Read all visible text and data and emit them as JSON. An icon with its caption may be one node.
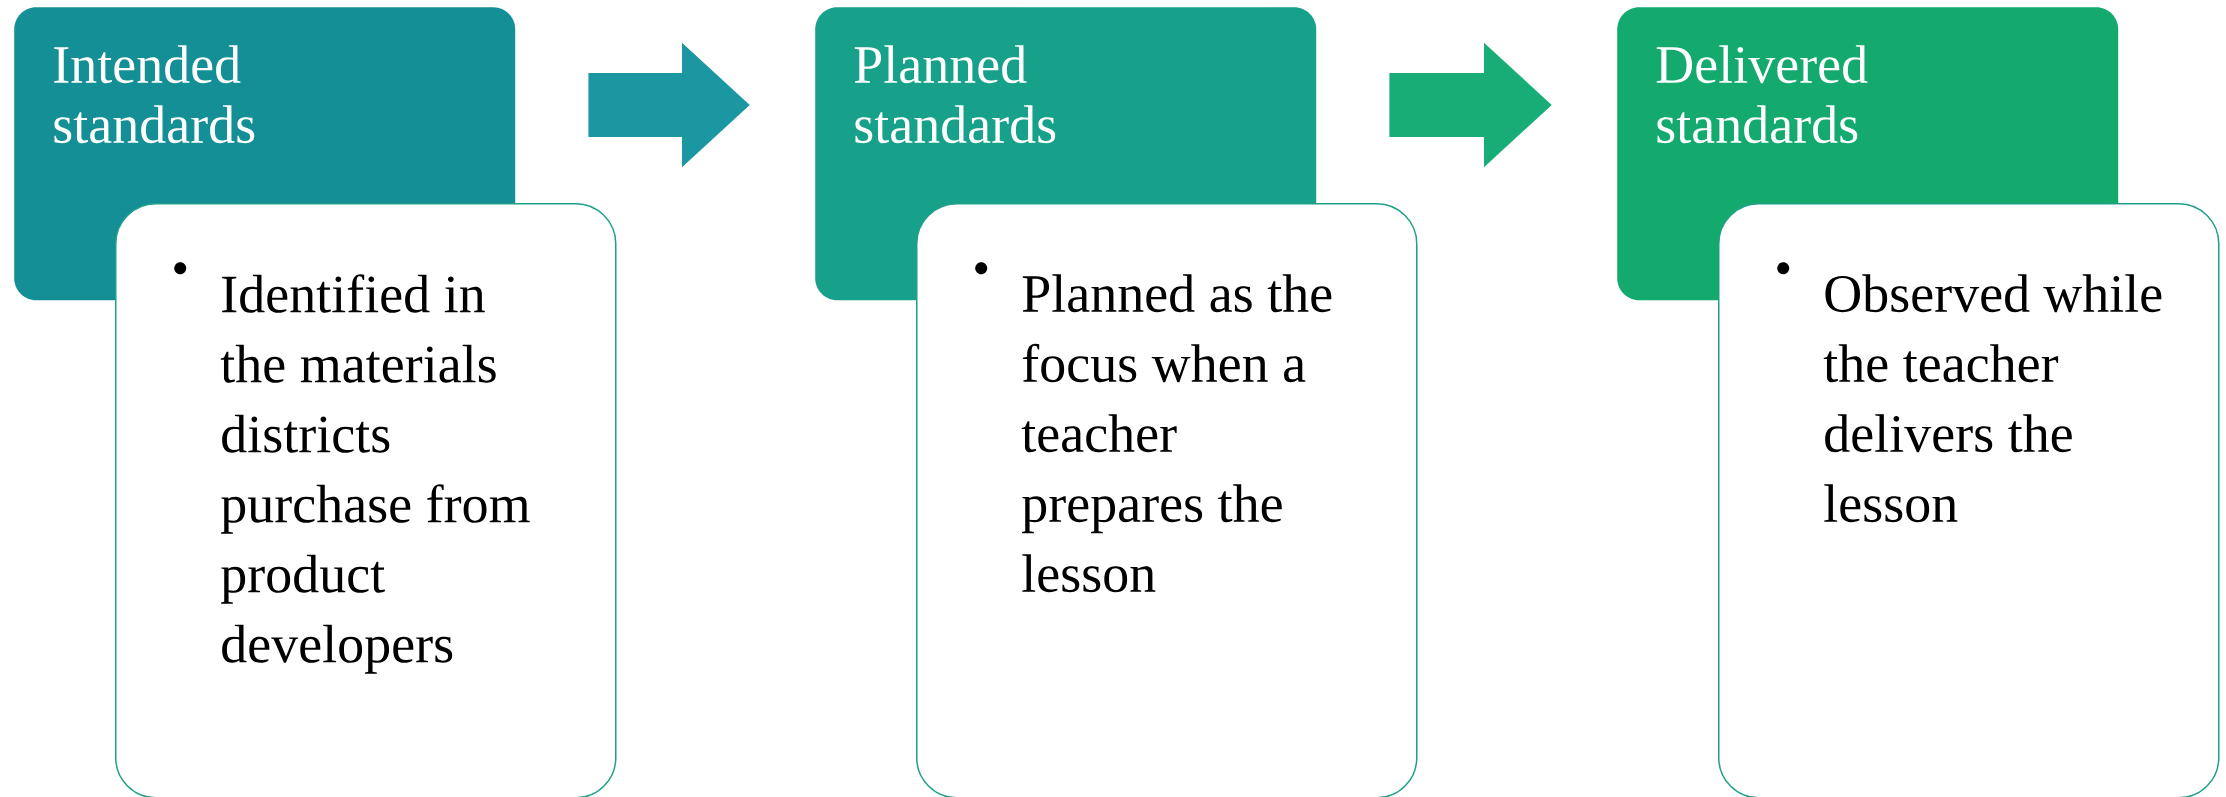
{
  "diagram": {
    "nodes": [
      {
        "text": [
          "Intended standards"
        ]
      },
      {
        "text": [
          "Identified in the materials districts purchase from product developers"
        ]
      },
      {
        "text": [
          "Planned standards"
        ]
      },
      {
        "text": [
          "Planned as the focus when a teacher prepares the lesson"
        ]
      },
      {
        "text": [
          "Delivered standards"
        ]
      },
      {
        "text": [
          "Observed while the teacher delivers the lesson"
        ]
      }
    ],
    "edges": [
      {
        "from": 0,
        "to": 2,
        "arrow": "to"
      },
      {
        "from": 2,
        "to": 4,
        "arrow": "to"
      }
    ]
  }
}
